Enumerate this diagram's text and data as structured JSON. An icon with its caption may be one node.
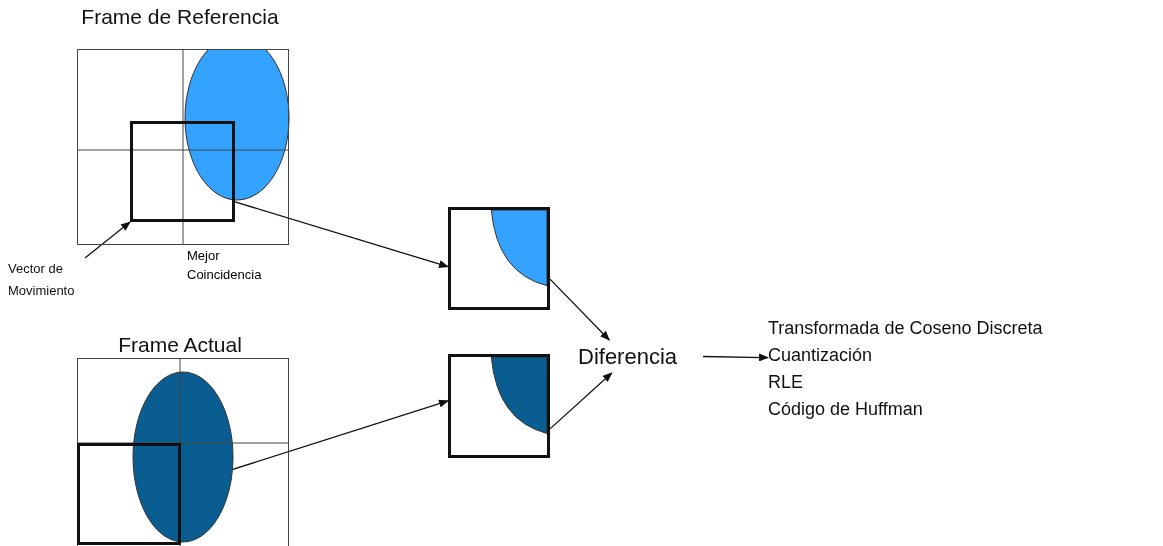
{
  "diagram": {
    "nodes": [
      {
        "text": [
          "Frame de Referencia"
        ]
      },
      {
        "text": [],
        "shape": "box",
        "in": 0
      },
      {
        "text": [
          "Vector de Movimiento"
        ]
      },
      {
        "text": [],
        "shape": "picture"
      },
      {
        "text": [
          "Frame Actual"
        ]
      },
      {
        "text": [],
        "shape": "box",
        "in": 4
      },
      {
        "text": [],
        "shape": "picture"
      },
      {
        "text": [
          "Diferencia"
        ]
      },
      {
        "text": [
          "Transformada de Coseno Discreta",
          "Cuantización",
          "RLE",
          "Código de Huffman"
        ]
      }
    ],
    "edges": [
      {
        "from": 2,
        "to": 1,
        "arrow": "to"
      },
      {
        "from": 1,
        "to": 3,
        "arrow": "to"
      },
      {
        "from": 5,
        "to": 6,
        "arrow": "to"
      },
      {
        "from": 3,
        "to": 7,
        "arrow": "to"
      },
      {
        "from": 6,
        "to": 7,
        "arrow": "to"
      },
      {
        "from": 7,
        "to": 8,
        "arrow": "to"
      }
    ],
    "labels": [
      "Mejor Coincidencia"
    ]
  }
}
